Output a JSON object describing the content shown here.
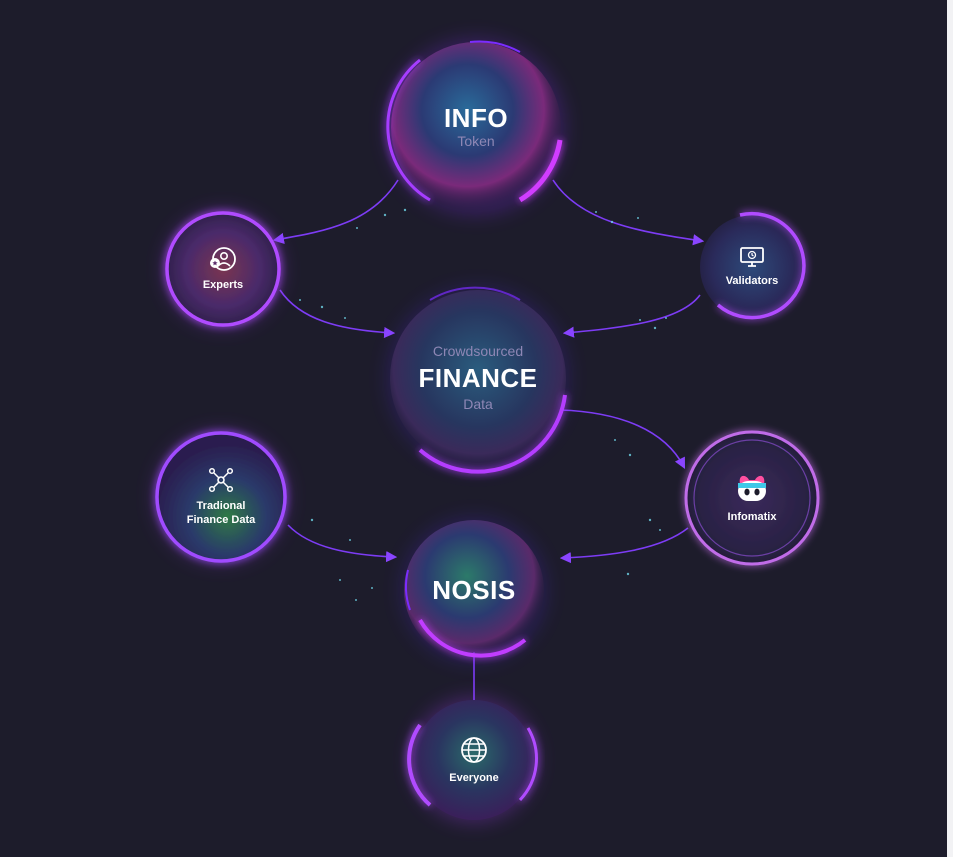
{
  "nodes": {
    "info": {
      "title": "INFO",
      "subtitle": "Token"
    },
    "experts": {
      "label": "Experts"
    },
    "validators": {
      "label": "Validators"
    },
    "finance": {
      "top": "Crowdsourced",
      "title": "FINANCE",
      "bottom": "Data"
    },
    "traditional": {
      "line1": "Tradional",
      "line2": "Finance Data"
    },
    "infomatix": {
      "label": "Infomatix"
    },
    "nosis": {
      "title": "NOSIS"
    },
    "everyone": {
      "label": "Everyone"
    }
  },
  "edges": [
    {
      "from": "INFO",
      "to": "Experts"
    },
    {
      "from": "INFO",
      "to": "Validators"
    },
    {
      "from": "Experts",
      "to": "FINANCE"
    },
    {
      "from": "Validators",
      "to": "FINANCE"
    },
    {
      "from": "FINANCE",
      "to": "Infomatix"
    },
    {
      "from": "Tradional Finance Data",
      "to": "NOSIS"
    },
    {
      "from": "Infomatix",
      "to": "NOSIS"
    },
    {
      "from": "NOSIS",
      "to": "Everyone"
    }
  ],
  "colors": {
    "background": "#1d1c2b",
    "accent": "#a83cff",
    "accent_glow": "#7b2cff",
    "subtitle": "#8e87b5"
  }
}
